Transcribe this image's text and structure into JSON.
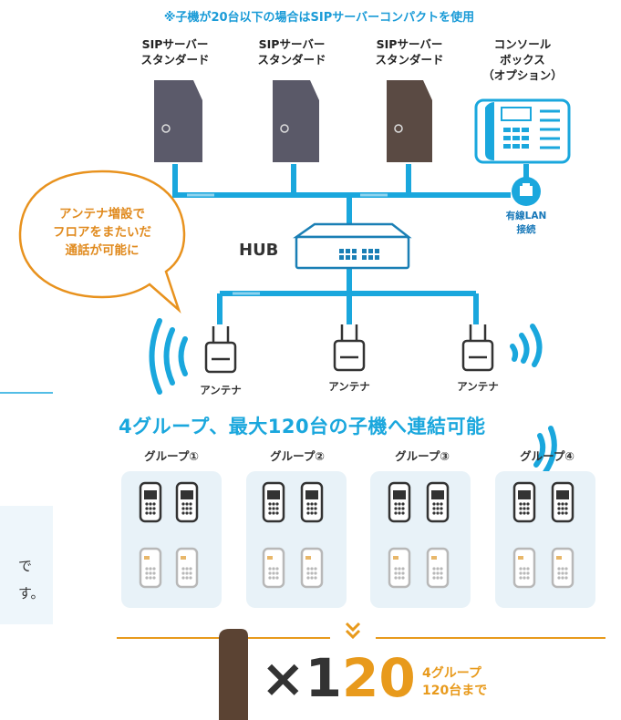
{
  "top_note": "※子機が20台以下の場合はSIPサーバーコンパクトを使用",
  "servers": [
    {
      "line1": "SIPサーバー",
      "line2": "スタンダード"
    },
    {
      "line1": "SIPサーバー",
      "line2": "スタンダード"
    },
    {
      "line1": "SIPサーバー",
      "line2": "スタンダード"
    }
  ],
  "console": {
    "line1": "コンソール",
    "line2": "ボックス",
    "line3": "（オプション）"
  },
  "wired": {
    "line1": "有線LAN",
    "line2": "接続"
  },
  "hub_label": "HUB",
  "bubble": {
    "line1": "アンテナ増設で",
    "line2": "フロアをまたいだ",
    "line3": "通話が可能に"
  },
  "antennas": [
    {
      "label": "アンテナ"
    },
    {
      "label": "アンテナ"
    },
    {
      "label": "アンテナ"
    }
  ],
  "headline": "4グループ、最大120台の子機へ連結可能",
  "groups": [
    {
      "label": "グループ①"
    },
    {
      "label": "グループ②"
    },
    {
      "label": "グループ③"
    },
    {
      "label": "グループ④"
    }
  ],
  "left_text": {
    "line1": "で",
    "line2": "す。"
  },
  "count": {
    "big_x": "×1",
    "big_num": "20",
    "line1": "4グループ",
    "line2": "120台まで"
  },
  "colors": {
    "blue": "#1aa7dd",
    "orange": "#e89a1c",
    "dark": "#333333",
    "panel": "#e8f2f8"
  }
}
